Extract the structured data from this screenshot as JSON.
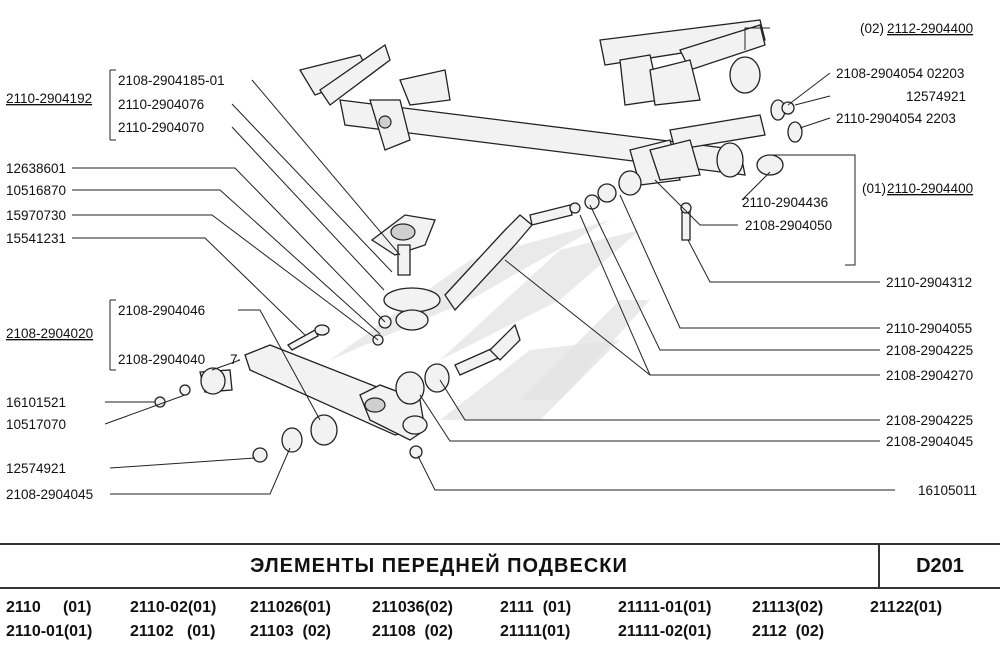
{
  "title": "ЭЛЕМЕНТЫ ПЕРЕДНЕЙ ПОДВЕСКИ",
  "code": "D201",
  "left_labels": [
    "2110-2904192",
    "2108-2904185-01",
    "2110-2904076",
    "2110-2904070",
    "12638601",
    "10516870",
    "15970730",
    "15541231",
    "2108-2904020",
    "2108-2904046",
    "2108-2904040",
    "7",
    "16101521",
    "10517070",
    "12574921",
    "2108-2904045"
  ],
  "right_labels": [
    "(02)",
    "2112-2904400",
    "2108-2904054  02203",
    "12574921",
    "2110-2904054  2203",
    "(01)",
    "2110-2904400",
    "2110-2904436",
    "2108-2904050",
    "2110-2904312",
    "2110-2904055",
    "2108-2904225",
    "2108-2904270",
    "2108-2904225",
    "2108-2904045",
    "16105011"
  ],
  "models": [
    [
      "2110     (01)",
      "2110-02(01)",
      "211026(01)",
      "211036(02)",
      "2111  (01)",
      "21111-01(01)",
      "21113(02)",
      "21122(01)"
    ],
    [
      "2110-01(01)",
      "21102   (01)",
      "21103  (02)",
      "21108  (02)",
      "21111(01)",
      "21111-02(01)",
      "2112  (02)",
      ""
    ]
  ],
  "colors": {
    "ink": "#111111",
    "watermark": "#e3e3e3",
    "part_fill": "#f2f2f2"
  }
}
